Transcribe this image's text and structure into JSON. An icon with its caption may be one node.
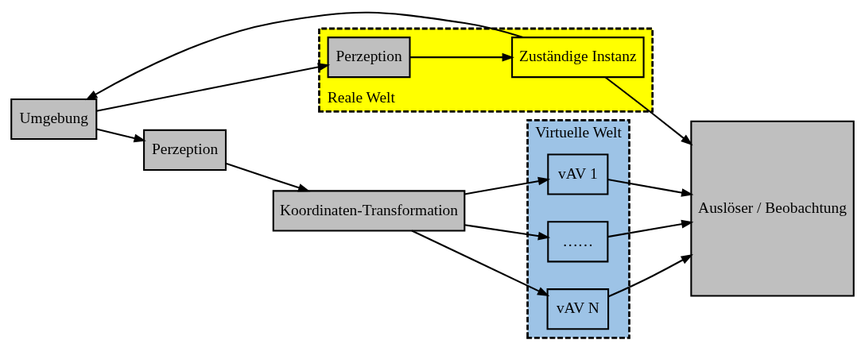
{
  "diagram": {
    "nodes": [
      {
        "text": [
          "Reale Welt"
        ]
      },
      {
        "text": [
          "Umgebung"
        ]
      },
      {
        "text": [
          "Perzeption"
        ],
        "in": 0
      },
      {
        "text": [
          "Zuständige Instanz"
        ],
        "in": 0
      },
      {
        "text": [
          "Perzeption"
        ]
      },
      {
        "text": [
          "Koordinaten-Transformation"
        ]
      },
      {
        "text": [
          "Virtuelle Welt"
        ]
      },
      {
        "text": [
          "vAV 1"
        ],
        "in": 6
      },
      {
        "text": [
          "……"
        ],
        "in": 6
      },
      {
        "text": [
          "vAV N"
        ],
        "in": 6
      },
      {
        "text": [
          "Auslöser / Beobachtung"
        ]
      }
    ],
    "edges": [
      {
        "from": 1,
        "to": 2,
        "arrow": "to"
      },
      {
        "from": 1,
        "to": 4,
        "arrow": "to"
      },
      {
        "from": 2,
        "to": 3,
        "arrow": "to"
      },
      {
        "from": 3,
        "to": 10,
        "arrow": "to"
      },
      {
        "from": 3,
        "to": 1,
        "arrow": "to"
      },
      {
        "from": 4,
        "to": 5,
        "arrow": "to"
      },
      {
        "from": 5,
        "to": 7,
        "arrow": "to"
      },
      {
        "from": 5,
        "to": 8,
        "arrow": "to"
      },
      {
        "from": 5,
        "to": 9,
        "arrow": "to"
      },
      {
        "from": 7,
        "to": 10,
        "arrow": "to"
      },
      {
        "from": 8,
        "to": 10,
        "arrow": "to"
      },
      {
        "from": 9,
        "to": 10,
        "arrow": "to"
      }
    ]
  }
}
